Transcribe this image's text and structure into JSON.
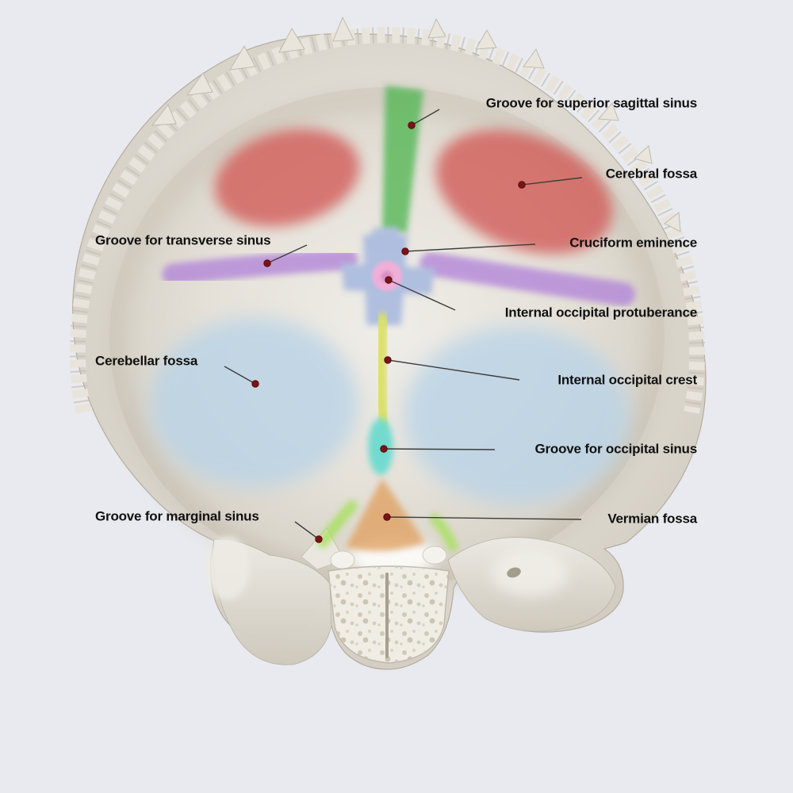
{
  "page": {
    "background": "#e9eaef"
  },
  "colors": {
    "background": "#e9eaef",
    "label_text": "#101010",
    "leader_line": "#3d3d3d",
    "marker_dot": "#7b1417",
    "bone_light": "#eceae4",
    "bone_mid": "#d9d4ca",
    "bone_edge": "#b9b1a3",
    "cerebral_fossa": "#d25c58",
    "superior_sagittal_sinus": "#54b757",
    "transverse_sinus": "#b286d8",
    "cruciform_eminence": "#a0b4de",
    "protuberance_pink": "#f2a0d6",
    "protuberance_pink_hole": "#cf6cb4",
    "occipital_crest": "#d6df3f",
    "occipital_sinus": "#54d8cc",
    "vermian_fossa": "#e0a264",
    "marginal_sinus": "#a6e05c",
    "cerebellar_fossa": "#b9d3e6"
  },
  "labels": [
    {
      "text": "Groove for superior sagittal sinus",
      "structure_color": "#54b757"
    },
    {
      "text": "Cerebral fossa",
      "structure_color": "#d25c58"
    },
    {
      "text": "Groove for transverse sinus",
      "structure_color": "#b286d8"
    },
    {
      "text": "Cruciform eminence",
      "structure_color": "#a0b4de"
    },
    {
      "text": "Internal occipital protuberance",
      "structure_color": "#f2a0d6"
    },
    {
      "text": "Cerebellar fossa",
      "structure_color": "#b9d3e6"
    },
    {
      "text": "Internal occipital crest",
      "structure_color": "#d6df3f"
    },
    {
      "text": "Groove for occipital sinus",
      "structure_color": "#54d8cc"
    },
    {
      "text": "Groove for marginal sinus",
      "structure_color": "#a6e05c"
    },
    {
      "text": "Vermian fossa",
      "structure_color": "#e0a264"
    }
  ]
}
